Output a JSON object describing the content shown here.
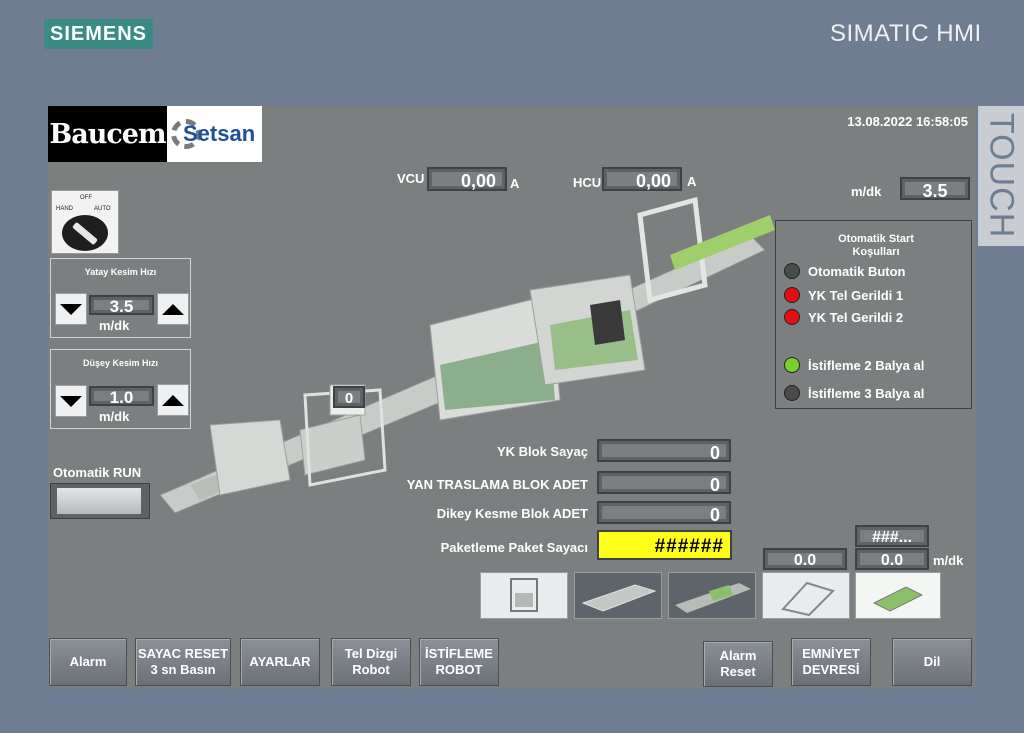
{
  "bezel": {
    "brand": "SIEMENS",
    "model": "SIMATIC HMI",
    "touch": "TOUCH"
  },
  "logos": {
    "baucem": "Baucem",
    "setsan": "Setsan"
  },
  "datetime": "13.08.2022 16:58:05",
  "vcu": {
    "label": "VCU",
    "value": "0,00",
    "unit": "A"
  },
  "hcu": {
    "label": "HCU",
    "value": "0,00",
    "unit": "A"
  },
  "speed": {
    "label": "m/dk",
    "value": "3.5"
  },
  "switch": {
    "off": "OFF",
    "hand": "HAND",
    "auto": "AUTO"
  },
  "yatay": {
    "title": "Yatay Kesim Hızı",
    "value": "3.5",
    "unit": "m/dk"
  },
  "dusey": {
    "title": "Düşey Kesim Hızı",
    "value": "1.0",
    "unit": "m/dk"
  },
  "otomatik_run": "Otomatik RUN",
  "machine_counter": "0",
  "conditions": {
    "title": "Otomatik Start Koşulları",
    "items": [
      {
        "label": "Otomatik Buton",
        "color": "#4a4a4a"
      },
      {
        "label": "YK Tel Gerildi 1",
        "color": "#e01010"
      },
      {
        "label": "YK Tel Gerildi 2",
        "color": "#e01010"
      },
      {
        "label": "İstifleme 2 Balya al",
        "color": "#7ad02a"
      },
      {
        "label": "İstifleme 3 Balya al",
        "color": "#4a4a4a"
      }
    ]
  },
  "counters": [
    {
      "label": "YK Blok Sayaç",
      "value": "0"
    },
    {
      "label": "YAN TRASLAMA BLOK ADET",
      "value": "0"
    },
    {
      "label": "Dikey Kesme Blok ADET",
      "value": "0"
    },
    {
      "label": "Paketleme Paket Sayacı",
      "value": "######"
    }
  ],
  "small_values": {
    "a": "0.0",
    "b": "0.0",
    "top": "###...",
    "unit": "m/dk"
  },
  "buttons": {
    "alarm": "Alarm",
    "sayac_reset": "SAYAC RESET 3 sn Basın",
    "ayarlar": "AYARLAR",
    "tel_dizgi": "Tel Dizgi Robot",
    "istifleme": "İSTİFLEME ROBOT",
    "alarm_reset": "Alarm Reset",
    "emniyet": "EMNİYET DEVRESİ",
    "dil": "Dil"
  },
  "colors": {
    "highlight": "#ffff1a",
    "green": "#7ad02a",
    "red": "#e01010"
  }
}
